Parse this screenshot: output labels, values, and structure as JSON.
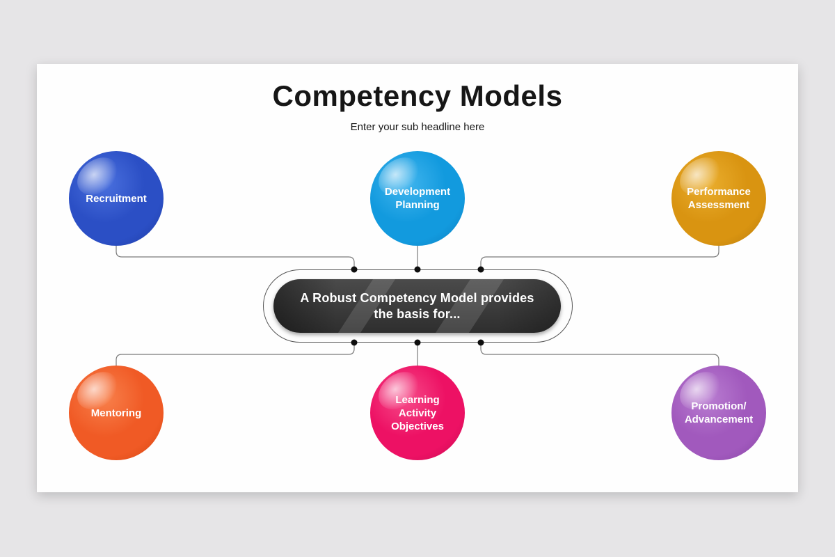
{
  "page": {
    "background_color": "#e6e5e7",
    "slide_color": "#fefefe"
  },
  "slide": {
    "title": "Competency Models",
    "subtitle": "Enter your sub headline here"
  },
  "center_capsule": {
    "line1": "A Robust Competency Model provides",
    "line2": "the basis for...",
    "fill_color": "#3a3a3a",
    "outer_ring_color": "#fdfdfd",
    "text_color": "#ffffff"
  },
  "nodes": [
    {
      "label": "Recruitment",
      "position": "top-left",
      "color": "#2b4fc5",
      "color_light": "#4a70de",
      "color_dark": "#1d3aa0"
    },
    {
      "label": "Development Planning",
      "position": "top-center",
      "color": "#129ade",
      "color_light": "#41b5ee",
      "color_dark": "#0b7cbe"
    },
    {
      "label": "Performance Assessment",
      "position": "top-right",
      "color": "#d99411",
      "color_light": "#eaae2e",
      "color_dark": "#b4780a"
    },
    {
      "label": "Mentoring",
      "position": "bottom-left",
      "color": "#f05a25",
      "color_light": "#f8804b",
      "color_dark": "#d2440e"
    },
    {
      "label": "Learning Activity Objectives",
      "position": "bottom-center",
      "color": "#ed1164",
      "color_light": "#f64b89",
      "color_dark": "#c30a51"
    },
    {
      "label": "Promotion/ Advancement",
      "position": "bottom-right",
      "color": "#a159bd",
      "color_light": "#b97dd1",
      "color_dark": "#8543a2"
    }
  ],
  "connectors": {
    "line_color": "#7a7a7a",
    "dot_color": "#0e0e0e"
  }
}
